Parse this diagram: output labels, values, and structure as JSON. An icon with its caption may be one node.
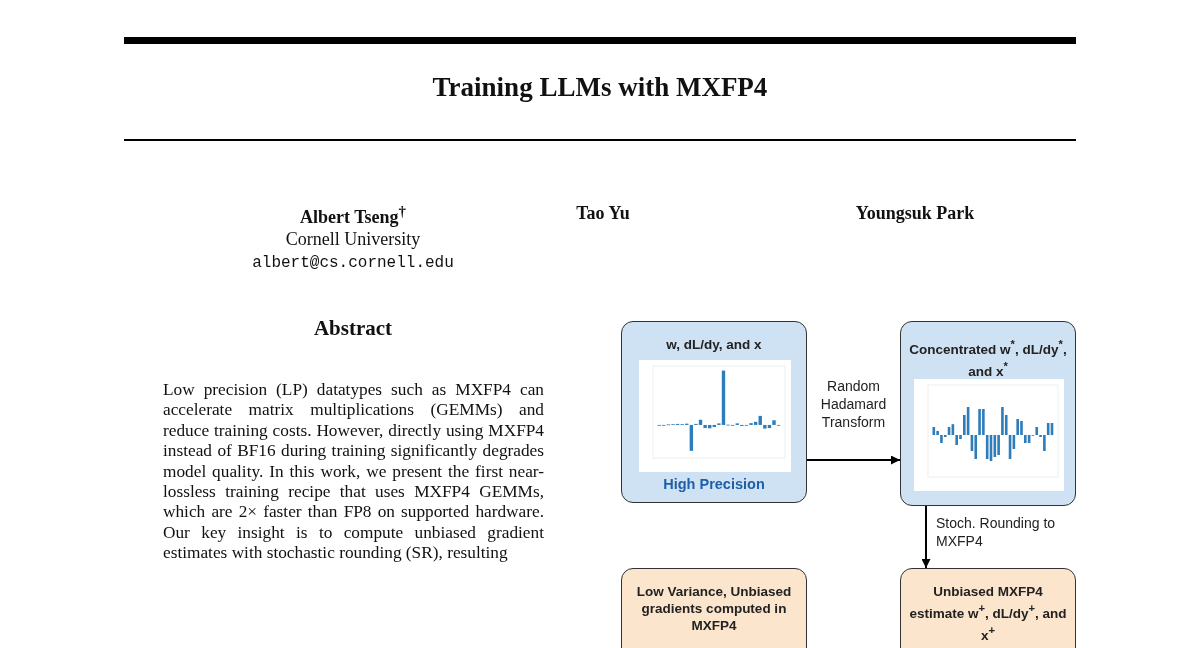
{
  "diagram": {
    "title": "Training LLMs with MXFP4",
    "nodes": [
      {
        "text": [
          "w, dL/dy, and x",
          "High Precision"
        ]
      },
      {
        "text": [
          "Concentrated w$^{*}$, dL/dy$^{*}$, and x$^{*}$"
        ]
      },
      {
        "text": [
          "Unbiased MXFP4 estimate w$^{+}$, dL/dy$^{+}$, and x$^{+}$"
        ]
      },
      {
        "text": [
          "Low Variance, Unbiased gradients computed in MXFP4"
        ]
      }
    ],
    "edges": [
      {
        "from": 0,
        "to": 1,
        "arrow": "to",
        "label": "Random Hadamard Transform"
      },
      {
        "from": 1,
        "to": 2,
        "arrow": "to",
        "label": "Stoch. Rounding to MXFP4"
      }
    ],
    "labels": [
      "Albert Tseng$^{†}$",
      "Tao Yu",
      "Youngsuk Park",
      "Cornell University",
      "albert@cs.cornell.edu",
      "Abstract",
      "Low precision (LP) datatypes such as MXFP4 can accelerate matrix multiplications (GEMMs) and reduce training costs. However, directly using MXFP4 instead of BF16 during training significantly degrades model quality. In this work, we present the first near-lossless training recipe that uses MXFP4 GEMMs, which are 2× faster than FP8 on supported hardware. Our key insight is to compute unbiased gradient estimates with stochastic rounding (SR), resulting"
    ]
  }
}
